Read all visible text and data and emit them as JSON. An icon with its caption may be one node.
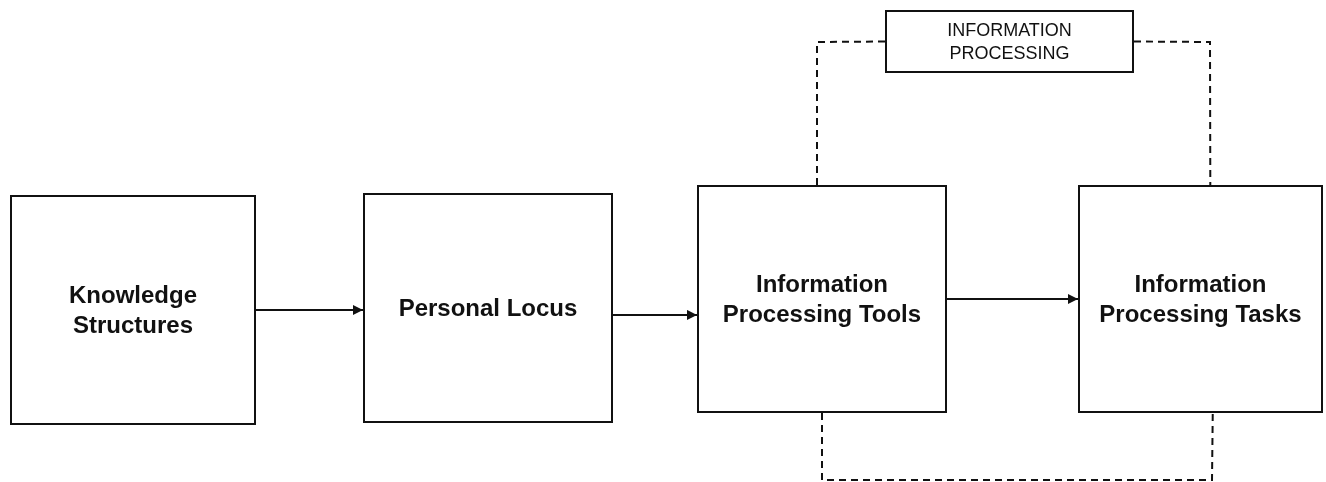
{
  "diagram": {
    "nodes": [
      {
        "text": [
          "Knowledge Structures"
        ]
      },
      {
        "text": [
          "Personal Locus"
        ]
      },
      {
        "text": [
          "Information Processing Tools"
        ]
      },
      {
        "text": [
          "Information Processing Tasks"
        ]
      },
      {
        "text": [
          "INFORMATION PROCESSING"
        ]
      }
    ],
    "edges": [
      {
        "from": 0,
        "to": 1,
        "arrow": "to"
      },
      {
        "from": 1,
        "to": 2,
        "arrow": "to"
      },
      {
        "from": 2,
        "to": 3,
        "arrow": "to"
      },
      {
        "from": 2,
        "to": 4,
        "arrow": "none",
        "style": "dashed"
      },
      {
        "from": 4,
        "to": 3,
        "arrow": "none",
        "style": "dashed"
      },
      {
        "from": 2,
        "to": 3,
        "arrow": "none",
        "style": "dashed"
      }
    ]
  }
}
